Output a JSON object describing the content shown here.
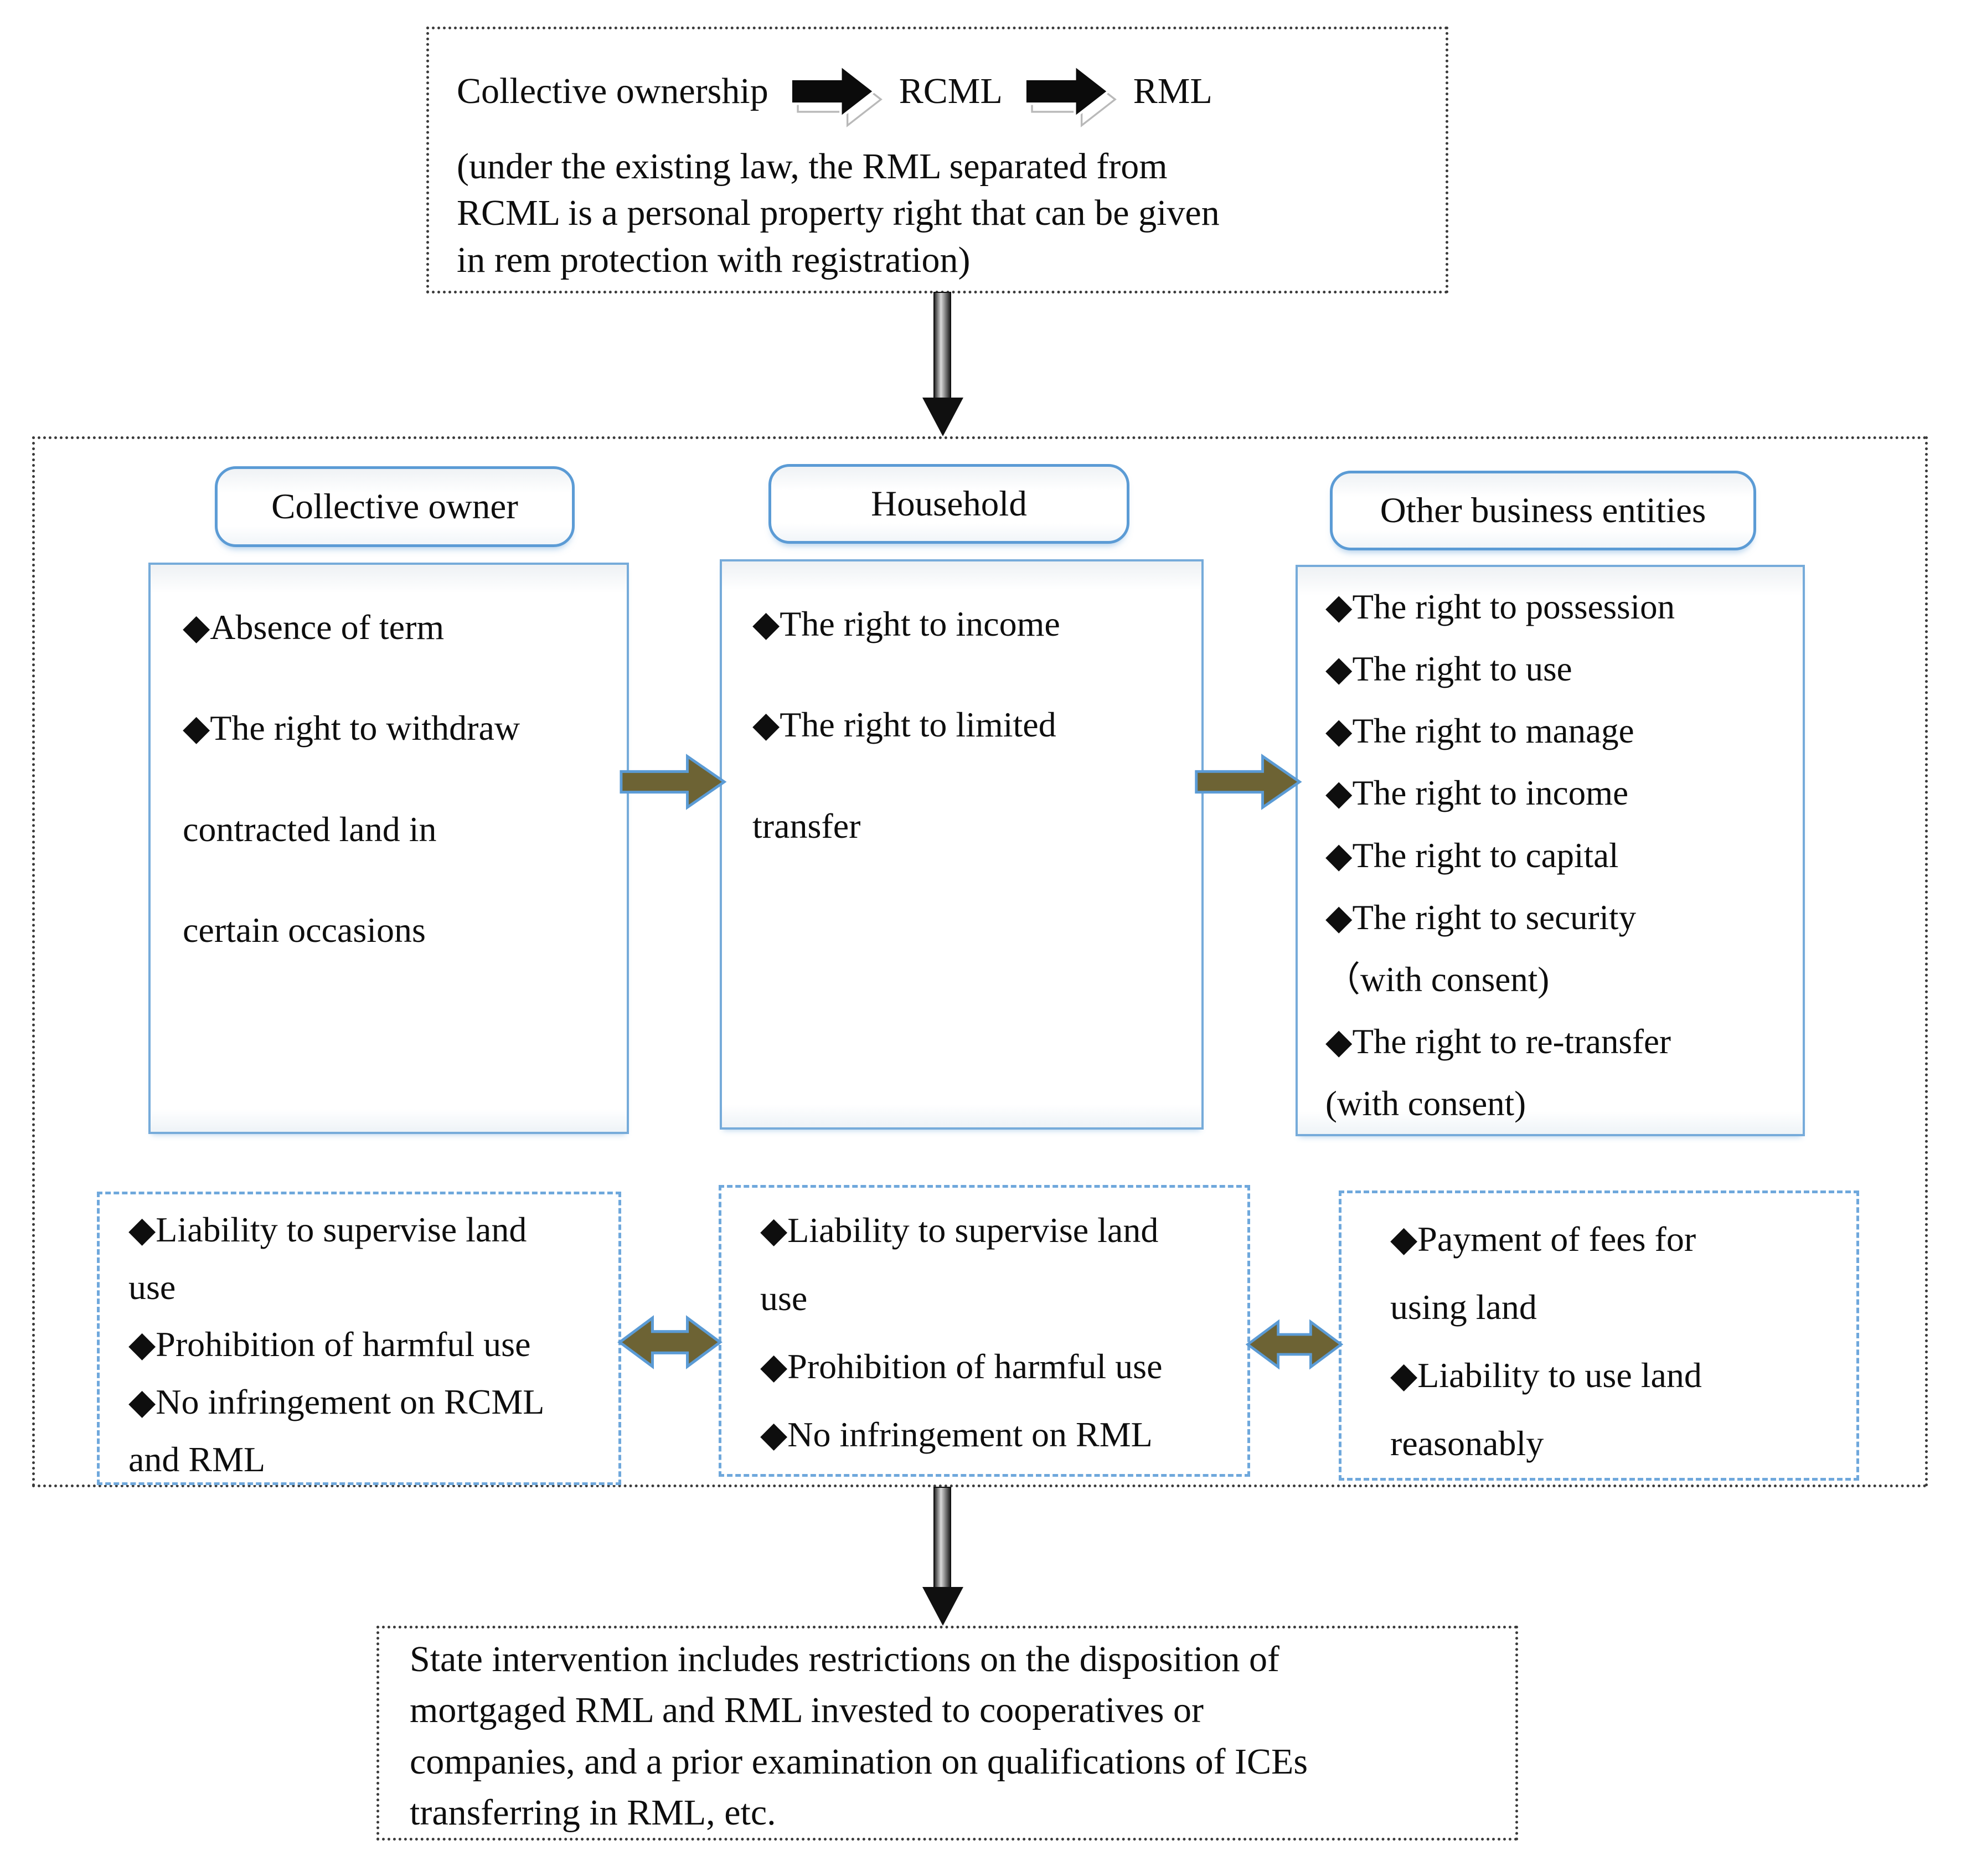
{
  "top_note": {
    "flow": {
      "start": "Collective ownership",
      "mid": "RCML",
      "end": "RML"
    },
    "paragraph_lines": [
      "(under the existing law, the RML separated from",
      "RCML is a personal property right that can be given",
      "in rem protection with registration)"
    ]
  },
  "columns": {
    "collective_owner": {
      "header": "Collective owner",
      "rights_lines": [
        "◆Absence of term",
        "◆The right to withdraw",
        "contracted land in",
        "certain occasions"
      ],
      "duties_lines": [
        "◆Liability to supervise land",
        "use",
        "◆Prohibition of harmful use",
        "◆No infringement on RCML",
        "and RML"
      ]
    },
    "household": {
      "header": "Household",
      "rights_lines": [
        "◆The right to income",
        "◆The right to limited",
        "transfer"
      ],
      "duties_lines": [
        "◆Liability to supervise land",
        "use",
        "◆Prohibition of harmful use",
        "◆No infringement on RML"
      ]
    },
    "other_business_entities": {
      "header": "Other business entities",
      "rights_lines": [
        "◆The right to possession",
        "◆The right to use",
        "◆The right to manage",
        "◆The right to income",
        "◆The right to capital",
        "◆The right to security",
        "（with consent)",
        "◆The right to re-transfer",
        "(with consent)"
      ],
      "duties_lines": [
        "◆Payment of fees for",
        "using land",
        "◆Liability to use land",
        "reasonably"
      ]
    }
  },
  "bottom_note_lines": [
    "State intervention includes restrictions on the disposition of",
    "mortgaged RML and RML invested to cooperatives or",
    "companies, and a prior examination on qualifications of ICEs",
    "transferring in  RML, etc."
  ],
  "colors": {
    "box_blue": "#5b9bd5",
    "dashed_blue": "#6fa8dc",
    "arrow_olive": "#6d6334",
    "arrow_black": "#111111"
  }
}
